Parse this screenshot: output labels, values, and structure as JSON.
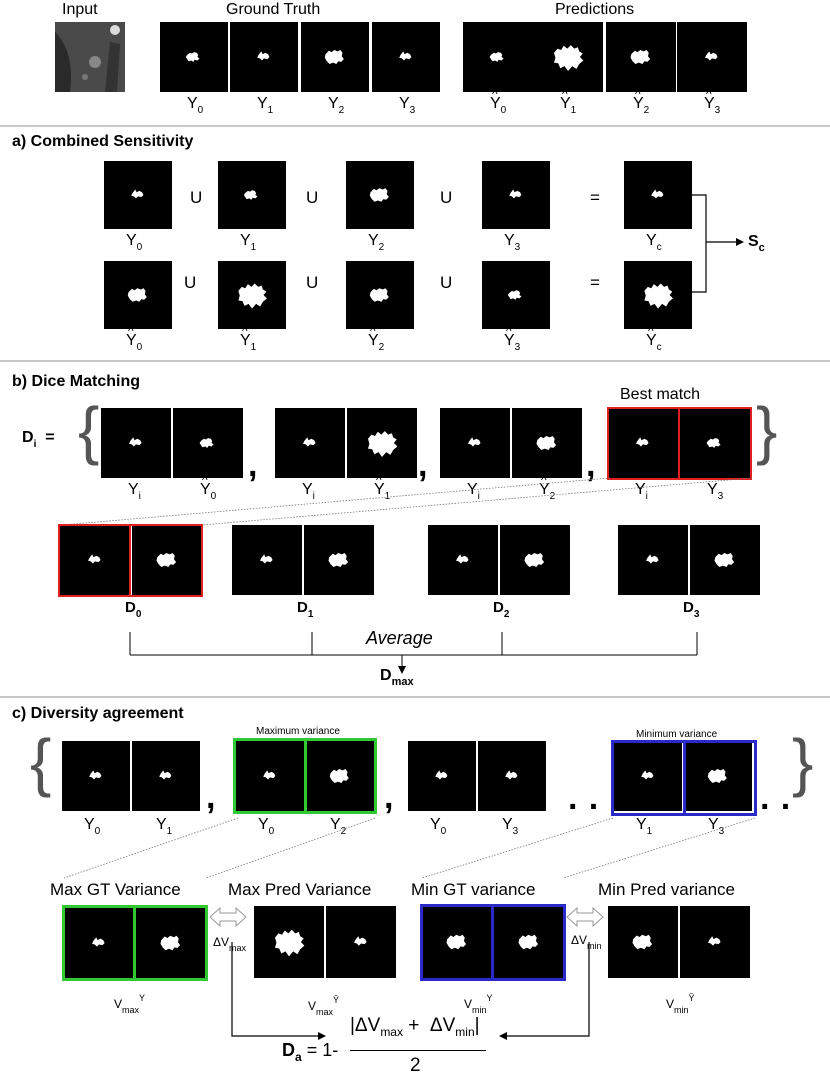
{
  "header": {
    "input": "Input",
    "ground_truth": "Ground Truth",
    "predictions": "Predictions",
    "gt_labels": [
      "Y0",
      "Y1",
      "Y2",
      "Y3"
    ],
    "pred_labels": [
      "Ŷ0",
      "Ŷ1",
      "Ŷ2",
      "Ŷ3"
    ]
  },
  "section_a": {
    "title": "a)  Combined Sensitivity",
    "union": "U",
    "equals": "=",
    "row1_labels": [
      "Y0",
      "Y1",
      "Y2",
      "Y3",
      "Yc"
    ],
    "row2_labels": [
      "Ŷ0",
      "Ŷ1",
      "Ŷ2",
      "Ŷ3",
      "Ŷc"
    ],
    "output": "Sc"
  },
  "section_b": {
    "title": "b) Dice Matching",
    "di": "Di =",
    "best_match": "Best match",
    "pair_labels": [
      [
        "Yi",
        "Ŷ0"
      ],
      [
        "Yi",
        "Ŷ1"
      ],
      [
        "Yi",
        "Ŷ2"
      ],
      [
        "Yi",
        "Ŷ3"
      ]
    ],
    "d_labels": [
      "D0",
      "D1",
      "D2",
      "D3"
    ],
    "average": "Average",
    "dmax": "Dmax"
  },
  "section_c": {
    "title": "c) Diversity agreement",
    "max_variance": "Maximum variance",
    "min_variance": "Minimum variance",
    "pair_labels": [
      [
        "Y0",
        "Y1"
      ],
      [
        "Y0",
        "Y2"
      ],
      [
        "Y0",
        "Y3"
      ],
      [
        "Y1",
        "Y3"
      ]
    ],
    "ellipsis": "· ·",
    "max_gt": "Max GT Variance",
    "max_pred": "Max Pred Variance",
    "min_gt": "Min GT variance",
    "min_pred": "Min Pred variance",
    "delta_vmax": "ΔVmax",
    "delta_vmin": "ΔVmin",
    "vmax_y": "Vmax Y",
    "vmax_yhat": "Vmax Ŷ",
    "vmin_y": "Vmin Y",
    "vmin_yhat": "Vmin Ŷ",
    "formula_lhs": "Da = 1-",
    "formula_num": "|ΔVmax +  ΔVmin|",
    "formula_den": "2"
  }
}
